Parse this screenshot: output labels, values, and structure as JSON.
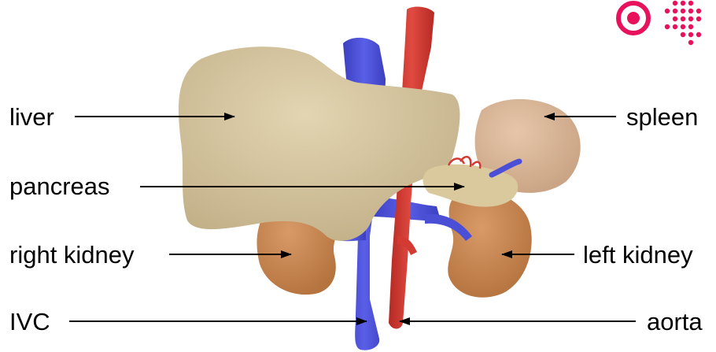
{
  "labels": {
    "liver": "liver",
    "pancreas": "pancreas",
    "right_kidney": "right kidney",
    "ivc": "IVC",
    "spleen": "spleen",
    "left_kidney": "left kidney",
    "aorta": "aorta"
  },
  "logo": {
    "name": "target-dots-logo",
    "color": "#e8125c"
  },
  "colors": {
    "liver": "#d6c6a0",
    "spleen": "#dcb89c",
    "kidney": "#c98a58",
    "ivc": "#4a4fd6",
    "aorta": "#d23a32",
    "pancreas": "#d9c99c"
  }
}
